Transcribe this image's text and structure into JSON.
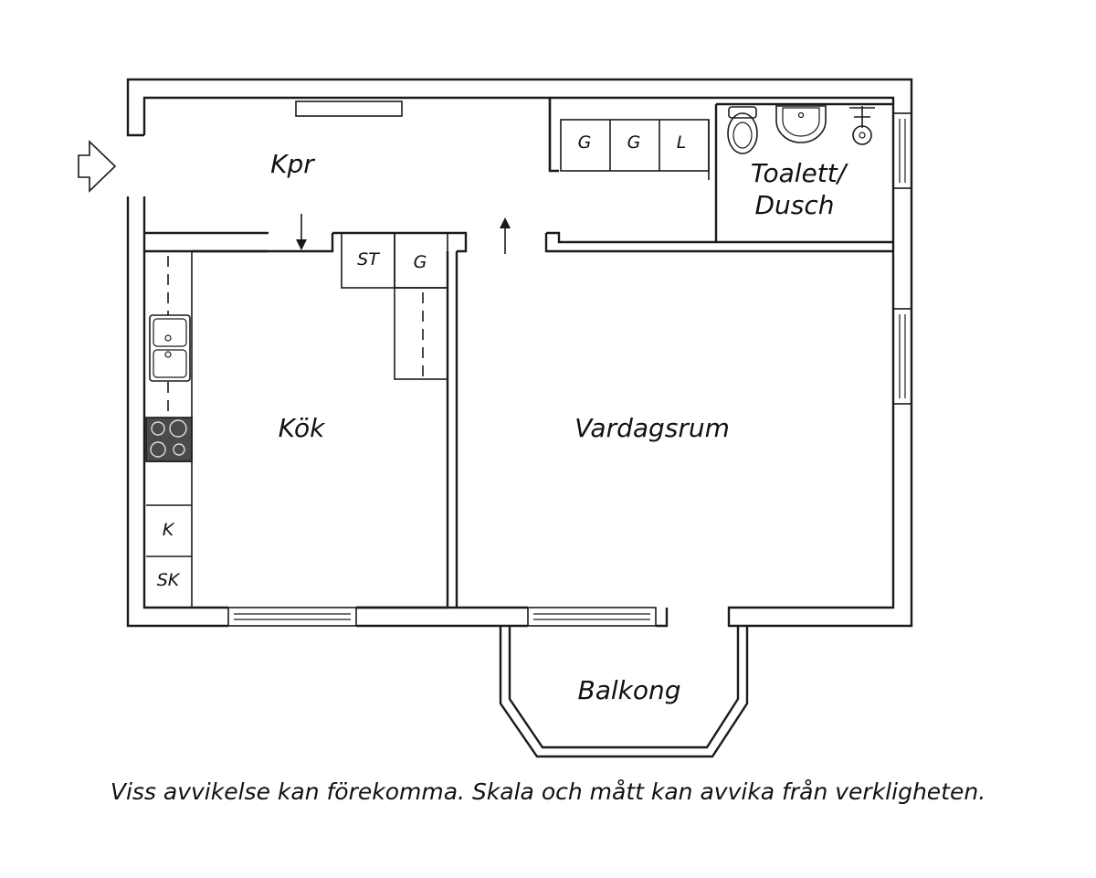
{
  "rooms": {
    "hall": "Kpr",
    "bath_line1": "Toalett/",
    "bath_line2": "Dusch",
    "kitchen": "Kök",
    "living": "Vardagsrum",
    "balcony": "Balkong"
  },
  "fixtures": {
    "wardrobe_1": "G",
    "wardrobe_2": "G",
    "linen": "L",
    "storage": "ST",
    "kitchen_wardrobe": "G",
    "fridge": "K",
    "freezer": "SK"
  },
  "disclaimer": "Viss avvikelse kan förekomma. Skala och mått kan avvika från verkligheten.",
  "colors": {
    "line": "#1a1a1a",
    "stove": "#4a4a4a",
    "background": "#ffffff"
  }
}
